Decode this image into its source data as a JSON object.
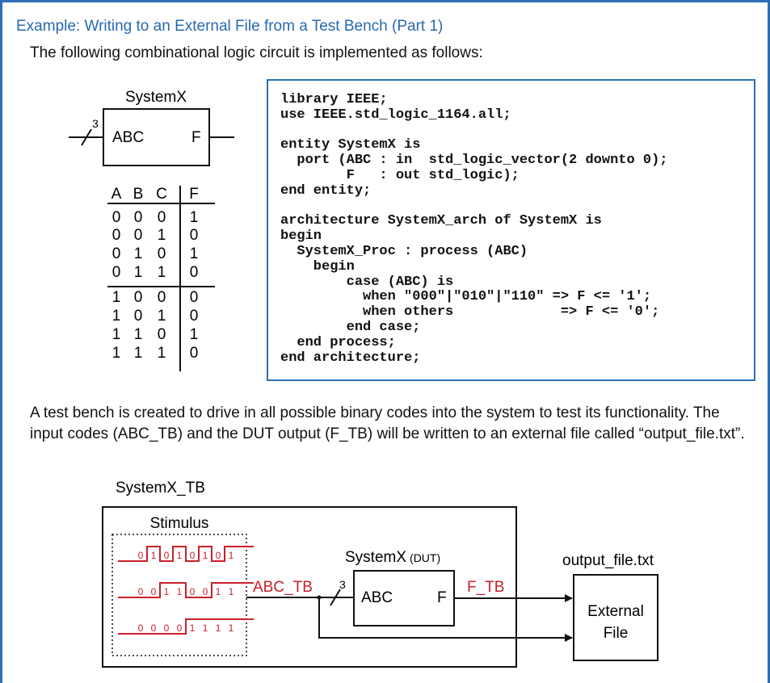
{
  "title": "Example: Writing to an External File from a Test Bench (Part 1)",
  "intro": "The following combinational logic circuit is implemented as follows:",
  "symbol": {
    "name": "SystemX",
    "input_label": "ABC",
    "output_label": "F",
    "bus_width": "3"
  },
  "truth_table": {
    "headers": [
      "A",
      "B",
      "C",
      "F"
    ],
    "rows": [
      [
        "0",
        "0",
        "0",
        "1"
      ],
      [
        "0",
        "0",
        "1",
        "0"
      ],
      [
        "0",
        "1",
        "0",
        "1"
      ],
      [
        "0",
        "1",
        "1",
        "0"
      ],
      [
        "1",
        "0",
        "0",
        "0"
      ],
      [
        "1",
        "0",
        "1",
        "0"
      ],
      [
        "1",
        "1",
        "0",
        "1"
      ],
      [
        "1",
        "1",
        "1",
        "0"
      ]
    ]
  },
  "code": [
    "library IEEE;",
    "use IEEE.std_logic_1164.all;",
    "",
    "entity SystemX is",
    "  port (ABC : in  std_logic_vector(2 downto 0);",
    "        F   : out std_logic);",
    "end entity;",
    "",
    "architecture SystemX_arch of SystemX is",
    "begin",
    "  SystemX_Proc : process (ABC)",
    "    begin",
    "        case (ABC) is",
    "          when \"000\"|\"010\"|\"110\" => F <= '1';",
    "          when others             => F <= '0';",
    "        end case;",
    "  end process;",
    "end architecture;"
  ],
  "paragraph": "A test bench is created to drive in all possible binary codes into the system to test its functionality.  The input codes (ABC_TB) and the DUT output (F_TB) will be written to an external file called “output_file.txt”.",
  "testbench": {
    "label": "SystemX_TB",
    "stimulus_label": "Stimulus",
    "waveforms": [
      [
        "0",
        "1",
        "0",
        "1",
        "0",
        "1",
        "0",
        "1"
      ],
      [
        "0",
        "0",
        "1",
        "1",
        "0",
        "0",
        "1",
        "1"
      ],
      [
        "0",
        "0",
        "0",
        "0",
        "1",
        "1",
        "1",
        "1"
      ]
    ],
    "abc_signal": "ABC_TB",
    "f_signal": "F_TB",
    "dut_name": "SystemX",
    "dut_tag": "(DUT)",
    "dut_input": "ABC",
    "dut_output": "F",
    "bus_width": "3",
    "output_file_label": "output_file.txt",
    "external_file_line1": "External",
    "external_file_line2": "File"
  },
  "colors": {
    "accent_blue": "#2d6fb6",
    "signal_red": "#c8202a"
  }
}
